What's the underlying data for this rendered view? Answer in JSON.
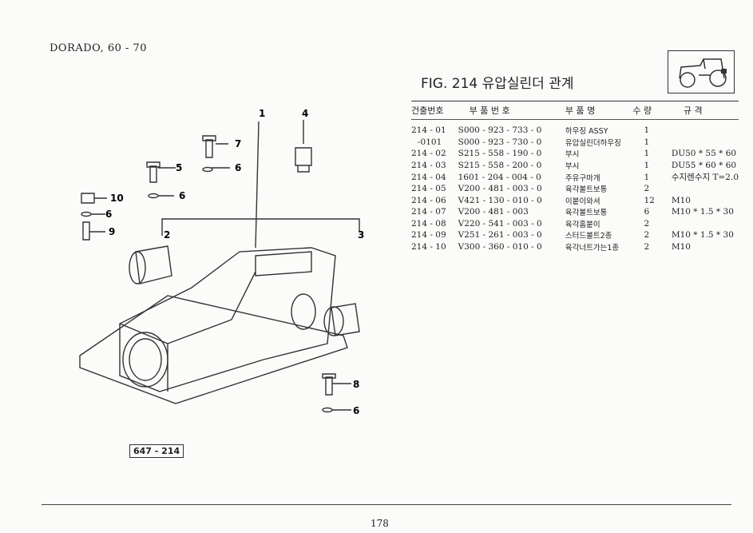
{
  "header": {
    "model": "DORADO, 60 - 70",
    "figure_title": "FIG. 214 유압실린더 관계"
  },
  "table": {
    "headers": [
      "건출번호",
      "부 품 번 호",
      "부 품 명",
      "수 량",
      "규  격"
    ],
    "rows": [
      [
        "214 - 01",
        "S000 - 923 - 733 - 0",
        "하우징 ASSY",
        "1",
        ""
      ],
      [
        "-0101",
        "S000 - 923 - 730 - 0",
        "유압실린더하우징",
        "1",
        ""
      ],
      [
        "214 - 02",
        "S215 - 558 - 190 - 0",
        "부시",
        "1",
        "DU50 * 55 * 60"
      ],
      [
        "214 - 03",
        "S215 - 558 - 200 - 0",
        "부시",
        "1",
        "DU55 * 60 * 60"
      ],
      [
        "214 - 04",
        "1601 - 204 - 004 - 0",
        "주유구마개",
        "1",
        "수지렌수지  T=2.0"
      ],
      [
        "214 - 05",
        "V200 - 481 - 003 - 0",
        "육각볼트보통",
        "2",
        ""
      ],
      [
        "214 - 06",
        "V421 - 130 - 010 - 0",
        "이붙이와셔",
        "12",
        "M10"
      ],
      [
        "214 - 07",
        "V200 - 481 - 003",
        "육각볼트보통",
        "6",
        "M10 * 1.5 * 30"
      ],
      [
        "214 - 08",
        "V220 - 541 - 003 - 0",
        "육각홈붙이",
        "2",
        ""
      ],
      [
        "214 - 09",
        "V251 - 261 - 003 - 0",
        "스터드볼트2종",
        "2",
        "M10 * 1.5 * 30"
      ],
      [
        "214 - 10",
        "V300 - 360 - 010 - 0",
        "육각너트가는1종",
        "2",
        "M10"
      ]
    ]
  },
  "diagram": {
    "callouts": [
      "1",
      "2",
      "3",
      "4",
      "5",
      "6",
      "7",
      "6",
      "10",
      "6",
      "9",
      "8",
      "6"
    ],
    "code": "647 - 214"
  },
  "footer": {
    "page_number": "178"
  }
}
